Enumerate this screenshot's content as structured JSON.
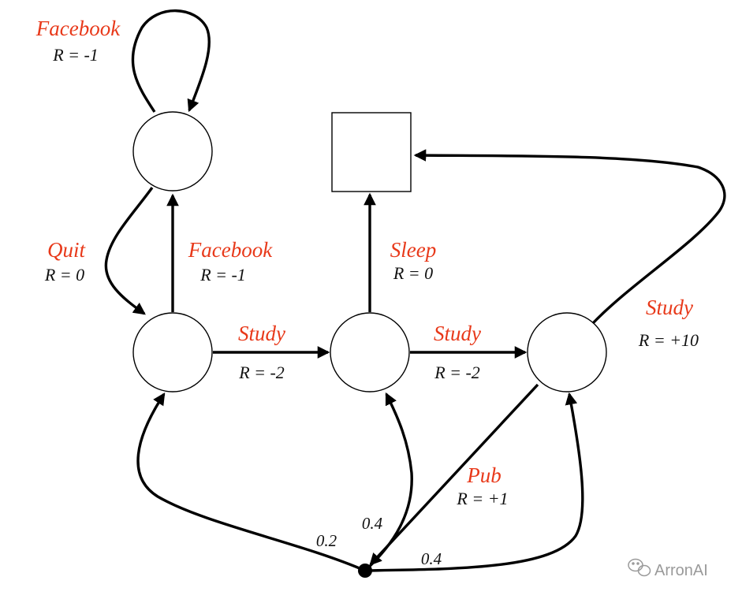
{
  "labels": {
    "facebook_loop_action": "Facebook",
    "facebook_loop_reward": "R = -1",
    "quit_action": "Quit",
    "quit_reward": "R = 0",
    "facebook_action": "Facebook",
    "facebook_reward": "R = -1",
    "study1_action": "Study",
    "study1_reward": "R = -2",
    "sleep_action": "Sleep",
    "sleep_reward": "R = 0",
    "study2_action": "Study",
    "study2_reward": "R = -2",
    "study3_action": "Study",
    "study3_reward": "R = +10",
    "pub_action": "Pub",
    "pub_reward": "R = +1"
  },
  "probabilities": {
    "to_class1": "0.2",
    "to_class2": "0.4",
    "to_class3": "0.4"
  },
  "watermark": {
    "text": "ArronAI",
    "icon": "wechat-icon"
  },
  "colors": {
    "action": "#e8391a",
    "text": "#111111",
    "stroke": "#000000"
  }
}
